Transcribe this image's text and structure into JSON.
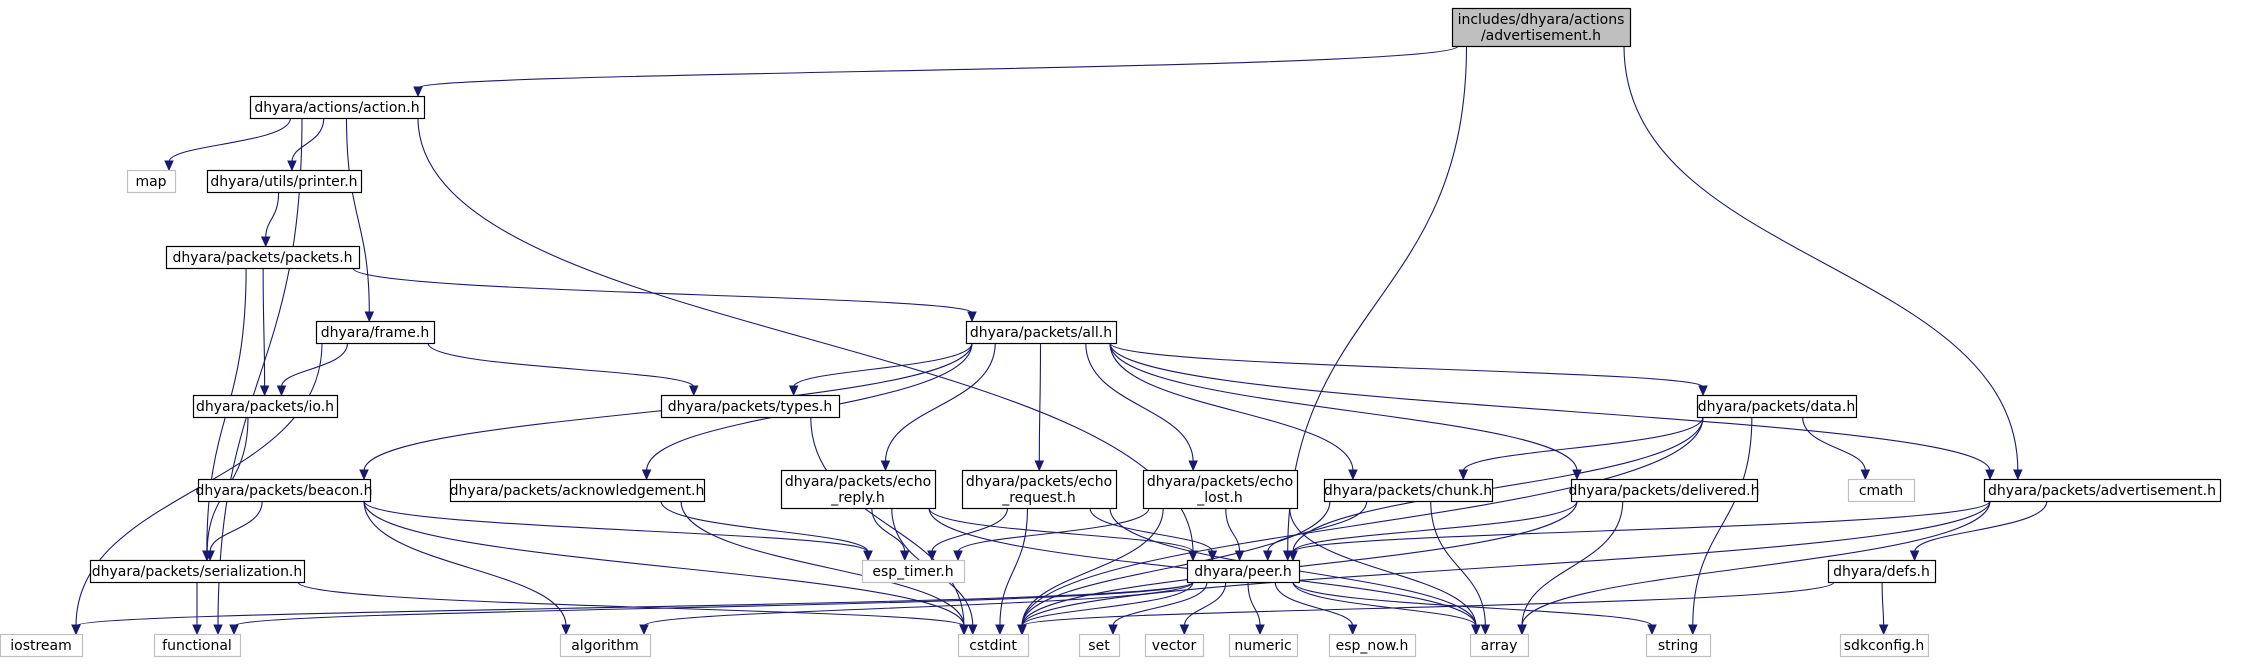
{
  "diagram": {
    "nodes": [
      {
        "id": "root",
        "lines": [
          "includes/dhyara/actions",
          "/advertisement.h"
        ],
        "kind": "root"
      },
      {
        "id": "action",
        "lines": [
          "dhyara/actions/action.h"
        ],
        "kind": "file"
      },
      {
        "id": "map",
        "lines": [
          "map"
        ],
        "kind": "external"
      },
      {
        "id": "printer",
        "lines": [
          "dhyara/utils/printer.h"
        ],
        "kind": "file"
      },
      {
        "id": "packets",
        "lines": [
          "dhyara/packets/packets.h"
        ],
        "kind": "file"
      },
      {
        "id": "frame",
        "lines": [
          "dhyara/frame.h"
        ],
        "kind": "file"
      },
      {
        "id": "all",
        "lines": [
          "dhyara/packets/all.h"
        ],
        "kind": "file"
      },
      {
        "id": "io",
        "lines": [
          "dhyara/packets/io.h"
        ],
        "kind": "file"
      },
      {
        "id": "types",
        "lines": [
          "dhyara/packets/types.h"
        ],
        "kind": "file"
      },
      {
        "id": "data",
        "lines": [
          "dhyara/packets/data.h"
        ],
        "kind": "file"
      },
      {
        "id": "beacon",
        "lines": [
          "dhyara/packets/beacon.h"
        ],
        "kind": "file"
      },
      {
        "id": "ack",
        "lines": [
          "dhyara/packets/acknowledgement.h"
        ],
        "kind": "file"
      },
      {
        "id": "echoreply",
        "lines": [
          "dhyara/packets/echo",
          "_reply.h"
        ],
        "kind": "file"
      },
      {
        "id": "echoreq",
        "lines": [
          "dhyara/packets/echo",
          "_request.h"
        ],
        "kind": "file"
      },
      {
        "id": "echolost",
        "lines": [
          "dhyara/packets/echo",
          "_lost.h"
        ],
        "kind": "file"
      },
      {
        "id": "chunk",
        "lines": [
          "dhyara/packets/chunk.h"
        ],
        "kind": "file"
      },
      {
        "id": "delivered",
        "lines": [
          "dhyara/packets/delivered.h"
        ],
        "kind": "file"
      },
      {
        "id": "cmath",
        "lines": [
          "cmath"
        ],
        "kind": "external"
      },
      {
        "id": "adv",
        "lines": [
          "dhyara/packets/advertisement.h"
        ],
        "kind": "file"
      },
      {
        "id": "serial",
        "lines": [
          "dhyara/packets/serialization.h"
        ],
        "kind": "file"
      },
      {
        "id": "esptimer",
        "lines": [
          "esp_timer.h"
        ],
        "kind": "external"
      },
      {
        "id": "peer",
        "lines": [
          "dhyara/peer.h"
        ],
        "kind": "file"
      },
      {
        "id": "defs",
        "lines": [
          "dhyara/defs.h"
        ],
        "kind": "file"
      },
      {
        "id": "iostream",
        "lines": [
          "iostream"
        ],
        "kind": "external"
      },
      {
        "id": "functional",
        "lines": [
          "functional"
        ],
        "kind": "external"
      },
      {
        "id": "algorithm",
        "lines": [
          "algorithm"
        ],
        "kind": "external"
      },
      {
        "id": "cstdint",
        "lines": [
          "cstdint"
        ],
        "kind": "external"
      },
      {
        "id": "set",
        "lines": [
          "set"
        ],
        "kind": "external"
      },
      {
        "id": "vector",
        "lines": [
          "vector"
        ],
        "kind": "external"
      },
      {
        "id": "numeric",
        "lines": [
          "numeric"
        ],
        "kind": "external"
      },
      {
        "id": "espnow",
        "lines": [
          "esp_now.h"
        ],
        "kind": "external"
      },
      {
        "id": "array",
        "lines": [
          "array"
        ],
        "kind": "external"
      },
      {
        "id": "string",
        "lines": [
          "string"
        ],
        "kind": "external"
      },
      {
        "id": "sdkconfig",
        "lines": [
          "sdkconfig.h"
        ],
        "kind": "external"
      }
    ],
    "edges": [
      [
        "root",
        "action"
      ],
      [
        "root",
        "peer"
      ],
      [
        "root",
        "adv"
      ],
      [
        "action",
        "map"
      ],
      [
        "action",
        "printer"
      ],
      [
        "action",
        "frame"
      ],
      [
        "action",
        "functional"
      ],
      [
        "action",
        "peer"
      ],
      [
        "printer",
        "packets"
      ],
      [
        "packets",
        "io"
      ],
      [
        "packets",
        "serial"
      ],
      [
        "packets",
        "all"
      ],
      [
        "frame",
        "io"
      ],
      [
        "frame",
        "types"
      ],
      [
        "frame",
        "iostream"
      ],
      [
        "io",
        "serial"
      ],
      [
        "all",
        "types"
      ],
      [
        "all",
        "data"
      ],
      [
        "all",
        "beacon"
      ],
      [
        "all",
        "ack"
      ],
      [
        "all",
        "echoreply"
      ],
      [
        "all",
        "echoreq"
      ],
      [
        "all",
        "echolost"
      ],
      [
        "all",
        "chunk"
      ],
      [
        "all",
        "delivered"
      ],
      [
        "all",
        "adv"
      ],
      [
        "types",
        "cstdint"
      ],
      [
        "data",
        "chunk"
      ],
      [
        "data",
        "cmath"
      ],
      [
        "data",
        "peer"
      ],
      [
        "data",
        "cstdint"
      ],
      [
        "data",
        "string"
      ],
      [
        "beacon",
        "serial"
      ],
      [
        "beacon",
        "esptimer"
      ],
      [
        "beacon",
        "algorithm"
      ],
      [
        "beacon",
        "cstdint"
      ],
      [
        "ack",
        "esptimer"
      ],
      [
        "ack",
        "cstdint"
      ],
      [
        "echoreply",
        "esptimer"
      ],
      [
        "echoreply",
        "peer"
      ],
      [
        "echoreply",
        "cstdint"
      ],
      [
        "echoreply",
        "array"
      ],
      [
        "echoreq",
        "esptimer"
      ],
      [
        "echoreq",
        "peer"
      ],
      [
        "echoreq",
        "cstdint"
      ],
      [
        "echoreq",
        "array"
      ],
      [
        "echolost",
        "esptimer"
      ],
      [
        "echolost",
        "peer"
      ],
      [
        "echolost",
        "cstdint"
      ],
      [
        "echolost",
        "array"
      ],
      [
        "chunk",
        "peer"
      ],
      [
        "chunk",
        "cstdint"
      ],
      [
        "chunk",
        "array"
      ],
      [
        "delivered",
        "peer"
      ],
      [
        "delivered",
        "cstdint"
      ],
      [
        "delivered",
        "array"
      ],
      [
        "adv",
        "peer"
      ],
      [
        "adv",
        "defs"
      ],
      [
        "adv",
        "cstdint"
      ],
      [
        "adv",
        "array"
      ],
      [
        "serial",
        "functional"
      ],
      [
        "serial",
        "cstdint"
      ],
      [
        "peer",
        "iostream"
      ],
      [
        "peer",
        "functional"
      ],
      [
        "peer",
        "algorithm"
      ],
      [
        "peer",
        "cstdint"
      ],
      [
        "peer",
        "set"
      ],
      [
        "peer",
        "vector"
      ],
      [
        "peer",
        "numeric"
      ],
      [
        "peer",
        "espnow"
      ],
      [
        "peer",
        "array"
      ],
      [
        "peer",
        "string"
      ],
      [
        "defs",
        "cstdint"
      ],
      [
        "defs",
        "sdkconfig"
      ]
    ],
    "colors": {
      "edge": "#191970",
      "root_fill": "#bfbfbf",
      "node_border": "#000000",
      "external_border": "#bfbfbf"
    }
  }
}
